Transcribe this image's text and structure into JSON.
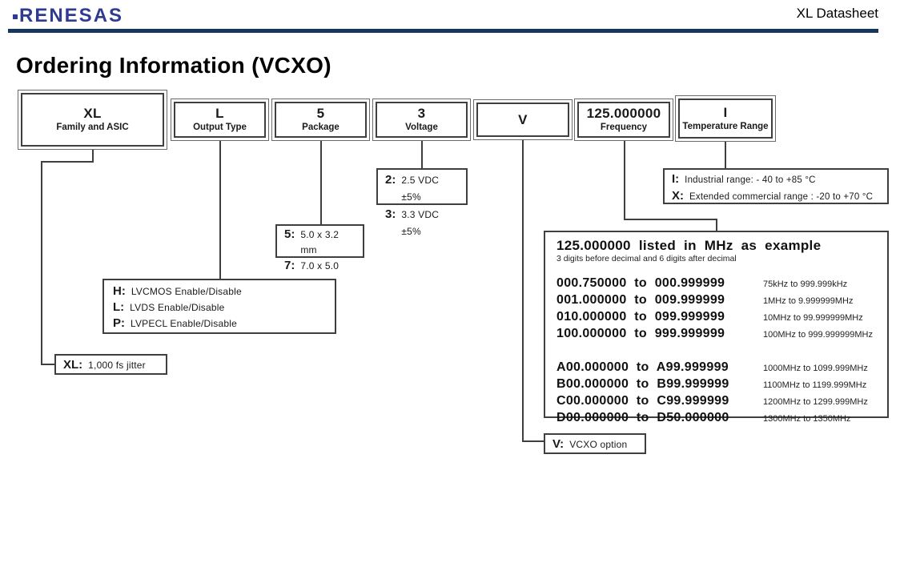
{
  "header": {
    "logo_text": "RENESAS",
    "doc_title": "XL Datasheet"
  },
  "title": "Ordering Information (VCXO)",
  "colors": {
    "rule_navy": "#17365d",
    "logo_blue": "#2f3b91",
    "line_black": "#3f3f3f"
  },
  "part_boxes": [
    {
      "code": "XL",
      "label": "Family and ASIC"
    },
    {
      "code": "L",
      "label": "Output Type"
    },
    {
      "code": "5",
      "label": "Package"
    },
    {
      "code": "3",
      "label": "Voltage"
    },
    {
      "code": "V",
      "label": ""
    },
    {
      "code": "125.000000",
      "label": "Frequency"
    },
    {
      "code": "I",
      "label": "Temperature Range"
    }
  ],
  "callouts": {
    "family": {
      "key": "XL:",
      "text": "1,000 fs jitter"
    },
    "output_type": {
      "items": [
        {
          "key": "H:",
          "text": "LVCMOS Enable/Disable"
        },
        {
          "key": "L:",
          "text": "LVDS Enable/Disable"
        },
        {
          "key": "P:",
          "text": "LVPECL Enable/Disable"
        }
      ]
    },
    "package": {
      "items": [
        {
          "key": "5:",
          "text": "5.0 x 3.2 mm"
        },
        {
          "key": "7:",
          "text": "7.0 x 5.0 mm"
        }
      ]
    },
    "voltage": {
      "items": [
        {
          "key": "2:",
          "text": "2.5 VDC ±5%"
        },
        {
          "key": "3:",
          "text": "3.3 VDC ±5%"
        }
      ]
    },
    "temperature": {
      "items": [
        {
          "key": "I:",
          "text": "Industrial range: - 40 to +85 °C"
        },
        {
          "key": "X:",
          "text": "Extended commercial range : -20 to +70 °C"
        }
      ]
    },
    "vcxo": {
      "key": "V:",
      "text": "VCXO option"
    },
    "frequency": {
      "title": "125.000000 listed in MHz as example",
      "subtitle": "3 digits before decimal and 6 digits after decimal",
      "rows": [
        {
          "range": "000.750000 to 000.999999",
          "note": "75kHz to 999.999kHz"
        },
        {
          "range": "001.000000 to 009.999999",
          "note": "1MHz to 9.999999MHz"
        },
        {
          "range": "010.000000 to 099.999999",
          "note": "10MHz to 99.999999MHz"
        },
        {
          "range": "100.000000 to 999.999999",
          "note": "100MHz to 999.999999MHz"
        },
        {
          "range": "A00.000000 to A99.999999",
          "note": "1000MHz to 1099.999MHz"
        },
        {
          "range": "B00.000000 to B99.999999",
          "note": "1100MHz to 1199.999MHz"
        },
        {
          "range": "C00.000000 to C99.999999",
          "note": "1200MHz to 1299.999MHz"
        },
        {
          "range": "D00.000000 to D50.000000",
          "note": "1300MHz to 1350MHz"
        }
      ]
    }
  }
}
